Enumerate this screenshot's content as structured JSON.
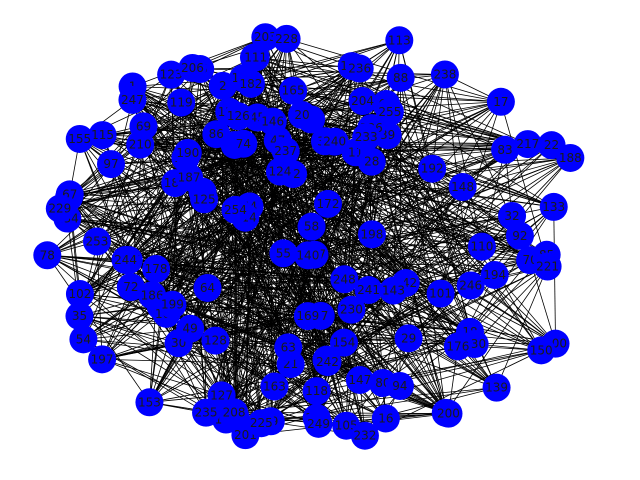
{
  "graph": {
    "node_color": "#0000ff",
    "edge_color": "#000000",
    "label_color": "#1a1a1a",
    "nodes": [
      "0",
      "1",
      "2",
      "5",
      "8",
      "9",
      "11",
      "13",
      "16",
      "17",
      "18",
      "20",
      "21",
      "22",
      "27",
      "28",
      "29",
      "30",
      "32",
      "34",
      "35",
      "39",
      "40",
      "42",
      "44",
      "45",
      "47",
      "49",
      "54",
      "55",
      "57",
      "58",
      "63",
      "64",
      "66",
      "67",
      "69",
      "70",
      "72",
      "74",
      "78",
      "80",
      "83",
      "85",
      "86",
      "88",
      "89",
      "92",
      "94",
      "95",
      "97",
      "100",
      "101",
      "102",
      "103",
      "105",
      "109",
      "110",
      "111",
      "113",
      "115",
      "117",
      "118",
      "119",
      "122",
      "123",
      "124",
      "125",
      "126",
      "127",
      "128",
      "129",
      "130",
      "133",
      "134",
      "136",
      "137",
      "139",
      "140",
      "141",
      "142",
      "143",
      "144",
      "146",
      "147",
      "148",
      "150",
      "153",
      "154",
      "155",
      "156",
      "160",
      "163",
      "165",
      "168",
      "169",
      "172",
      "176",
      "178",
      "182",
      "183",
      "186",
      "187",
      "188",
      "190",
      "192",
      "194",
      "197",
      "198",
      "199",
      "200",
      "201",
      "203",
      "204",
      "206",
      "208",
      "210",
      "214",
      "217",
      "221",
      "225",
      "228",
      "229",
      "230",
      "232",
      "233",
      "235",
      "236",
      "237",
      "238",
      "240",
      "241",
      "242",
      "244",
      "246",
      "247",
      "248",
      "249",
      "253",
      "254",
      "255"
    ]
  }
}
